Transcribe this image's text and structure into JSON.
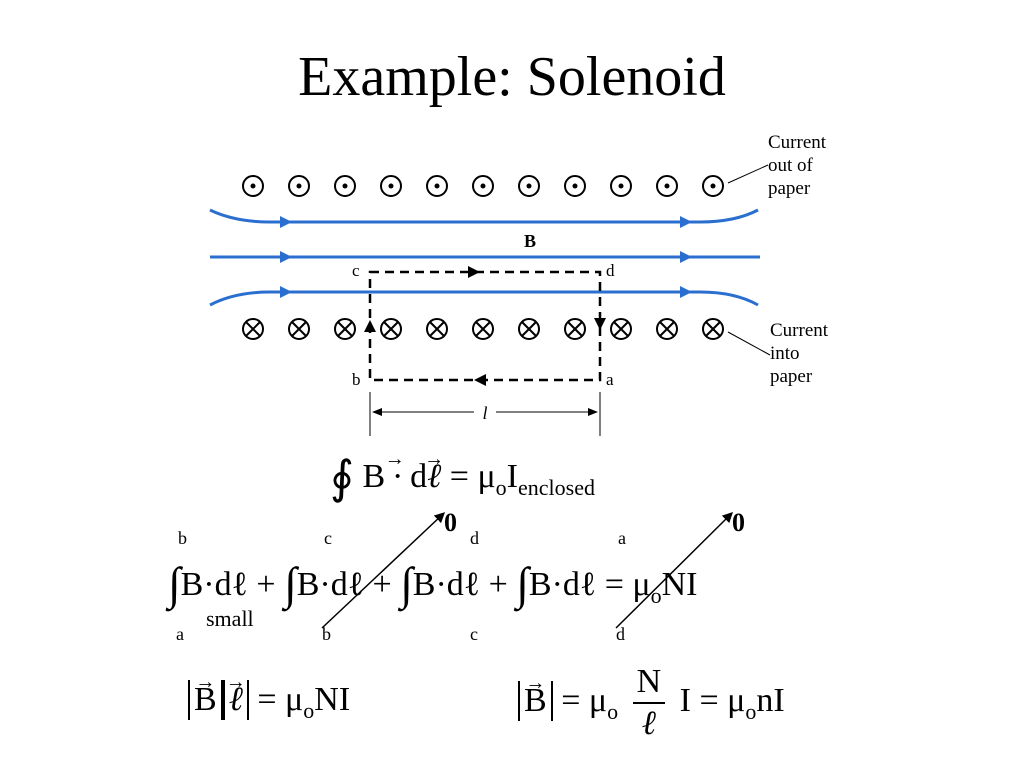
{
  "slide": {
    "title": "Example:  Solenoid"
  },
  "figure": {
    "label_out": [
      "Current",
      "out of",
      "paper"
    ],
    "label_in": [
      "Current",
      "into",
      "paper"
    ],
    "field_label": "B",
    "corners": {
      "a": "a",
      "b": "b",
      "c": "c",
      "d": "d"
    },
    "length_label": "l",
    "line_color": "#2a6fd0",
    "turns_per_row": 11
  },
  "eq1": {
    "lhs": "B · d",
    "ell": "ℓ",
    "rhs": "= μ",
    "o": "o",
    "I": "I",
    "sub": "enclosed"
  },
  "eq2": {
    "terms": [
      {
        "upper": "b",
        "lower": "a",
        "body": "B·dℓ",
        "op": "+"
      },
      {
        "upper": "c",
        "lower": "b",
        "body": "B·dℓ",
        "op": "+"
      },
      {
        "upper": "d",
        "lower": "c",
        "body": "B·dℓ",
        "op": "+"
      },
      {
        "upper": "a",
        "lower": "d",
        "body": "B·dℓ",
        "op": ""
      }
    ],
    "rhs": "= μ",
    "o": "o",
    "tail": "NI",
    "small_label": "small",
    "zero_label": "0"
  },
  "eq3": {
    "B": "B",
    "ell": "ℓ",
    "rhs": "= μ",
    "o": "o",
    "tail": "NI"
  },
  "eq4": {
    "B": "B",
    "rhs": "= μ",
    "o": "o",
    "num": "N",
    "den": "ℓ",
    "mid": "I = μ",
    "o2": "o",
    "tail": "nI"
  }
}
